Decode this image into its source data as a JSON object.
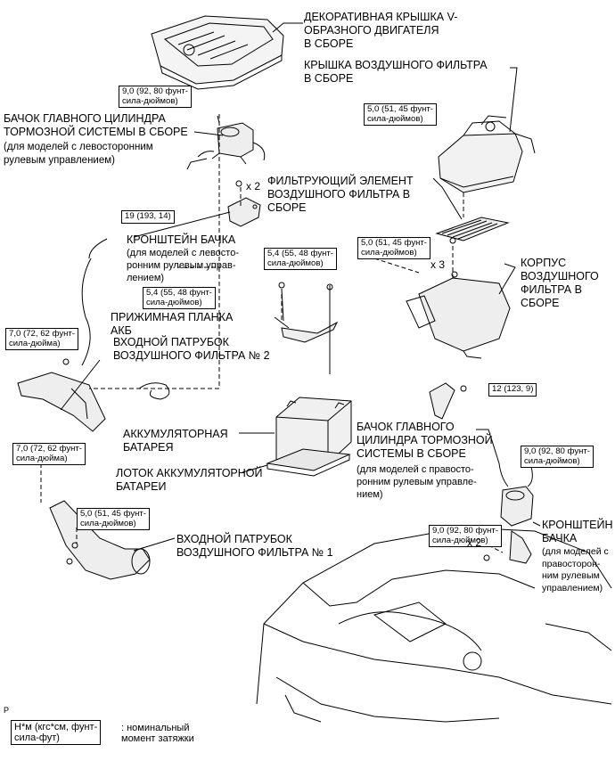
{
  "labels": {
    "engine_cover": [
      "ДЕКОРАТИВНАЯ КРЫШКА V-",
      "ОБРАЗНОГО ДВИГАТЕЛЯ",
      "В СБОРЕ"
    ],
    "air_filter_cap": [
      "КРЫШКА ВОЗДУШНОГО ФИЛЬТРА",
      "В СБОРЕ"
    ],
    "brake_reservoir_left": [
      "БАЧОК ГЛАВНОГО ЦИЛИНДРА",
      "ТОРМОЗНОЙ СИСТЕМЫ В СБОРЕ"
    ],
    "brake_reservoir_left_note": [
      "(для моделей с левосторонним",
      "рулевым управлением)"
    ],
    "filter_element": [
      "ФИЛЬТРУЮЩИЙ ЭЛЕМЕНТ",
      "ВОЗДУШНОГО ФИЛЬТРА В",
      "СБОРЕ"
    ],
    "bracket_left": [
      "КРОНШТЕЙН БАЧКА"
    ],
    "bracket_left_note": [
      "(для моделей с левосто-",
      "ронним рулевым управ-",
      "лением)"
    ],
    "filter_housing": [
      "КОРПУС",
      "ВОЗДУШНОГО",
      "ФИЛЬТРА В",
      "СБОРЕ"
    ],
    "battery_clamp": [
      "ПРИЖИМНАЯ ПЛАНКА",
      "АКБ"
    ],
    "inlet_2": [
      "ВХОДНОЙ ПАТРУБОК",
      "ВОЗДУШНОГО ФИЛЬТРА № 2"
    ],
    "battery": [
      "АККУМУЛЯТОРНАЯ",
      "БАТАРЕЯ"
    ],
    "battery_tray": [
      "ЛОТОК АККУМУЛЯТОРНОЙ",
      "БАТАРЕИ"
    ],
    "brake_reservoir_right": [
      "БАЧОК ГЛАВНОГО",
      "ЦИЛИНДРА ТОРМОЗНОЙ",
      "СИСТЕМЫ В СБОРЕ"
    ],
    "brake_reservoir_right_note": [
      "(для моделей с правосто-",
      "ронним рулевым управле-",
      "нием)"
    ],
    "bracket_right": [
      "КРОНШТЕЙН",
      "БАЧКА"
    ],
    "bracket_right_note": [
      "(для моделей с",
      "правосторон-",
      "ним рулевым",
      "управлением)"
    ],
    "inlet_1": [
      "ВХОДНОЙ ПАТРУБОК",
      "ВОЗДУШНОГО ФИЛЬТРА № 1"
    ]
  },
  "torques": {
    "t1": [
      "9,0 (92, 80 фунт-",
      "сила-дюймов)"
    ],
    "t2": [
      "5,0 (51, 45 фунт-",
      "сила-дюймов)"
    ],
    "t3": [
      "19 (193, 14)"
    ],
    "t4": [
      "5,0 (51, 45 фунт-",
      "сила-дюймов)"
    ],
    "t5": [
      "5,4 (55, 48 фунт-",
      "сила-дюймов)"
    ],
    "t6": [
      "5,4 (55, 48 фунт-",
      "сила-дюймов)"
    ],
    "t7": [
      "7,0 (72, 62 фунт-",
      "сила-дюйма)"
    ],
    "t8": [
      "12 (123, 9)"
    ],
    "t9": [
      "7,0 (72, 62 фунт-",
      "сила-дюйма)"
    ],
    "t10": [
      "9,0 (92, 80 фунт-",
      "сила-дюймов)"
    ],
    "t11": [
      "5,0 (51, 45 фунт-",
      "сила-дюймов)"
    ],
    "t12": [
      "9,0 (92, 80 фунт-",
      "сила-дюймов)"
    ]
  },
  "multipliers": {
    "m1": "x 2",
    "m2": "x 3",
    "m3": "x 2"
  },
  "legend": {
    "box": [
      "Н*м (кгс*см, фунт-",
      "сила-фут)"
    ],
    "text": [
      ": номинальный",
      "момент затяжки"
    ]
  },
  "page_mark": "P"
}
